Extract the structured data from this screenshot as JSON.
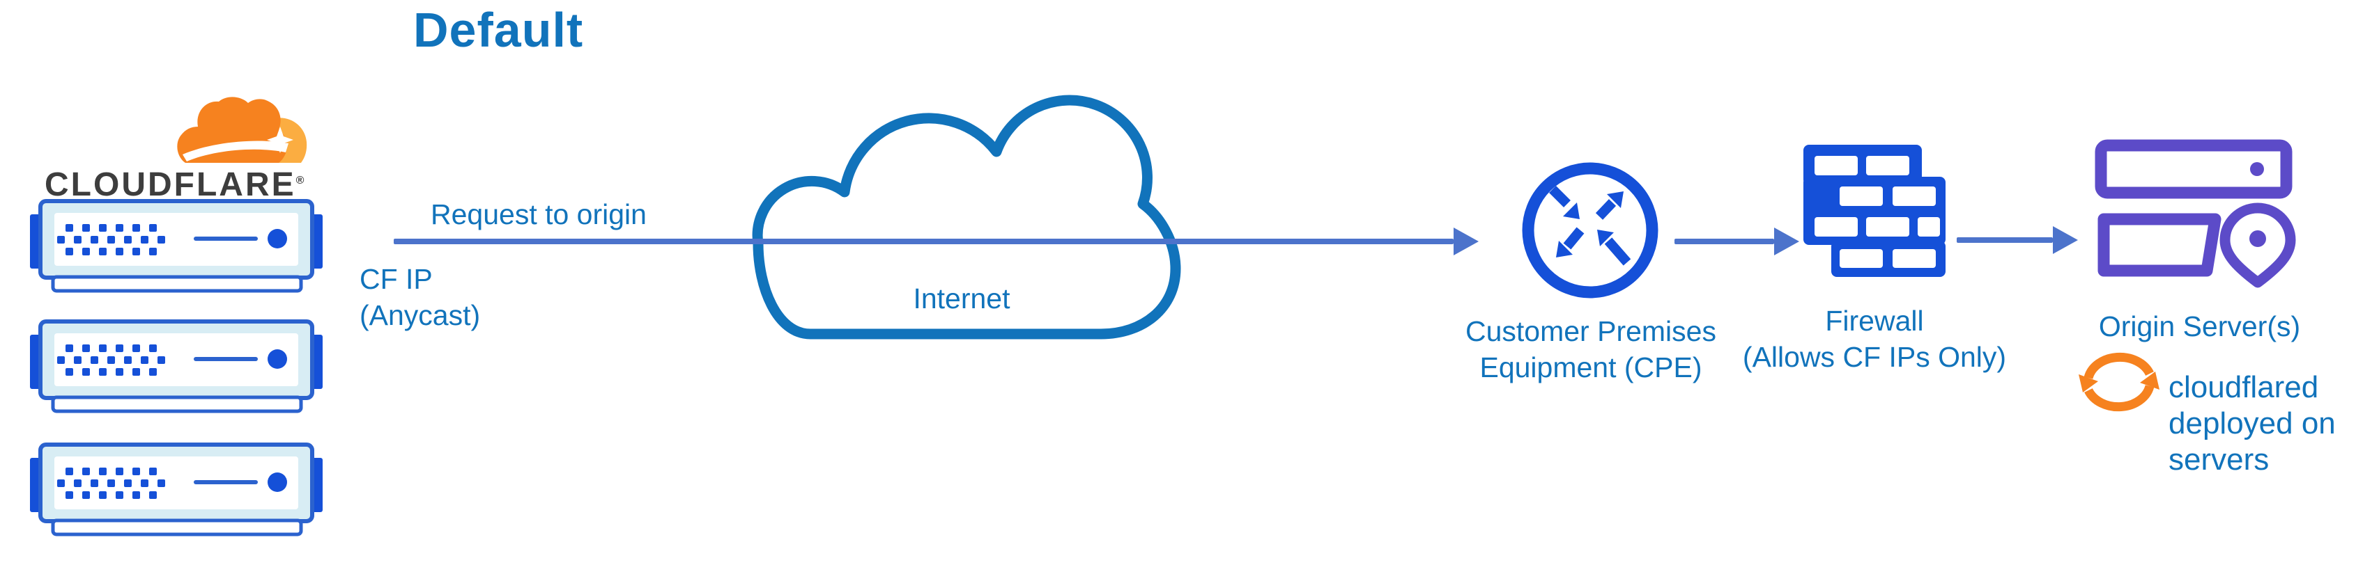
{
  "title": "Default",
  "logo": {
    "brand": "CLOUDFLARE",
    "registered_mark": "®"
  },
  "flow": {
    "request_label": "Request to origin",
    "cf_ip_line1": "CF IP",
    "cf_ip_line2": "(Anycast)"
  },
  "nodes": {
    "internet": {
      "label": "Internet"
    },
    "cpe": {
      "label_line1": "Customer Premises",
      "label_line2": "Equipment (CPE)"
    },
    "firewall": {
      "label_line1": "Firewall",
      "label_line2": "(Allows CF IPs Only)"
    },
    "origin": {
      "label": "Origin Server(s)"
    }
  },
  "annotations": {
    "cloudflared_line1": "cloudflared",
    "cloudflared_line2": "deployed on",
    "cloudflared_line3": "servers"
  },
  "colors": {
    "label_text": "#1173BB",
    "flow_arrow": "#4C73CB",
    "device_blue": "#1550D8",
    "server_border_blue": "#2B62CE",
    "server_fill_light": "#D8EDF4",
    "origin_purple": "#5C4BC8",
    "cloudflare_orange": "#F6821F",
    "cloudflare_orange_light": "#FBAD41",
    "logo_text_dark": "#3D3D3D"
  }
}
